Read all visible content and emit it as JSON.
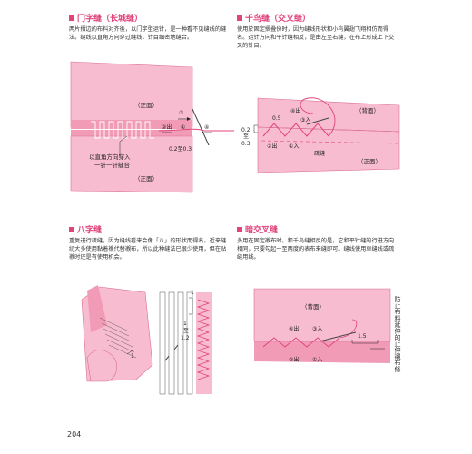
{
  "page_number": "204",
  "colors": {
    "accent": "#e0447c",
    "fabric": "#f8bcd0",
    "fabric_dark": "#f29bb7",
    "thread": "#e0447c"
  },
  "sections": [
    {
      "title": "门字缝（长城缝）",
      "text": [
        "两片摺边的布料对齐後，以门字型运针，是一种看不见缝线的缝",
        "法。缝线以直角方向穿过缝线，针目细密地缝合。"
      ],
      "labels": {
        "front_top": "（正面）",
        "front_bottom": "（正面）",
        "step3": "③",
        "step2": "②出",
        "step1": "①",
        "step4": "④",
        "measure": "0.2至0.3",
        "note_line1": "以直角方向穿入",
        "note_line2": "一针一针缝合"
      }
    },
    {
      "title": "千鸟缝（交叉缝）",
      "text": [
        "使用於固定摺叠份时，因为缝线形状和小鸟翼翅飞翔相仿而得",
        "名。运针方向和平针缝相反，是由左至右缝，在布上形成上下交",
        "叉的针目。"
      ],
      "labels": {
        "back": "（背面）",
        "front": "（正面）",
        "step4": "④出",
        "step3": "③入",
        "step2": "②出",
        "step1": "①入",
        "measure_05": "0.5",
        "measure_02": "0.2",
        "measure_to": "至",
        "measure_03": "0.3",
        "label_stitch": "疏缝"
      }
    },
    {
      "title": "八字缝",
      "text": [
        "重复进行疏缝，因为缝线看来会像「八」的形状而得名。近来缝",
        "纫大多使用黏着襯代替襯布，所以此种缝法已很少使用，但在贴",
        "襯时还是有使用机会。"
      ],
      "labels": {
        "measure_1_top": "1",
        "measure_1": "1",
        "measure_to": "至",
        "measure_12": "1.2",
        "measure_1_left": "1"
      }
    },
    {
      "title": "暗交叉缝",
      "text": [
        "多用在固定襯布时。和千鸟缝相反的是，它和平针缝的行进方向",
        "相同，只要勾起一至两度的表布来缝即可。缝线使用車缝线或疏",
        "缝用线。"
      ],
      "labels": {
        "back": "（背面）",
        "step4": "④出",
        "step3": "③入",
        "step2": "②出",
        "step1": "①入",
        "measure_15": "1.5",
        "side_note": "防止布料延伸的止伸襯布條"
      }
    }
  ]
}
